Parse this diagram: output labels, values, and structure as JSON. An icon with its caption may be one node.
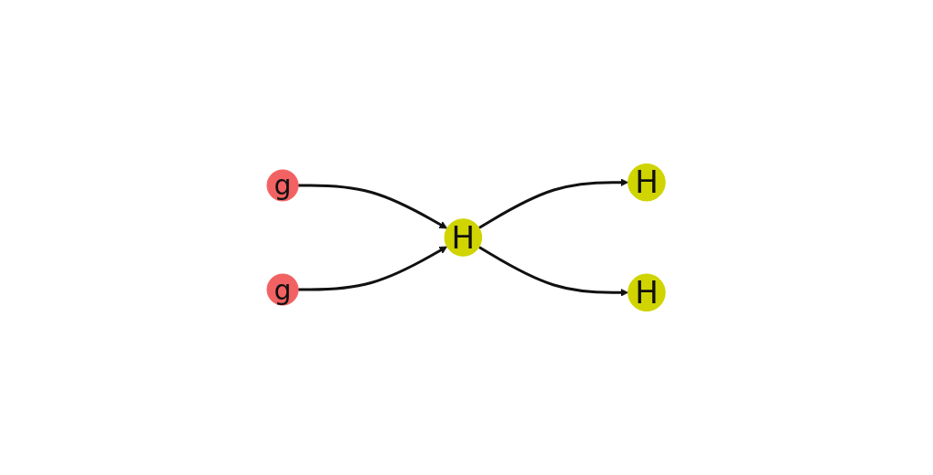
{
  "diagram": {
    "nodes": [
      {
        "text": [
          "g"
        ]
      },
      {
        "text": [
          "g"
        ]
      },
      {
        "text": [
          "H"
        ]
      },
      {
        "text": [
          "H"
        ]
      },
      {
        "text": [
          "H"
        ]
      }
    ],
    "edges": [
      {
        "from": 0,
        "to": 2,
        "arrow": "to"
      },
      {
        "from": 1,
        "to": 2,
        "arrow": "to"
      },
      {
        "from": 2,
        "to": 3,
        "arrow": "to"
      },
      {
        "from": 2,
        "to": 4,
        "arrow": "to"
      }
    ]
  }
}
